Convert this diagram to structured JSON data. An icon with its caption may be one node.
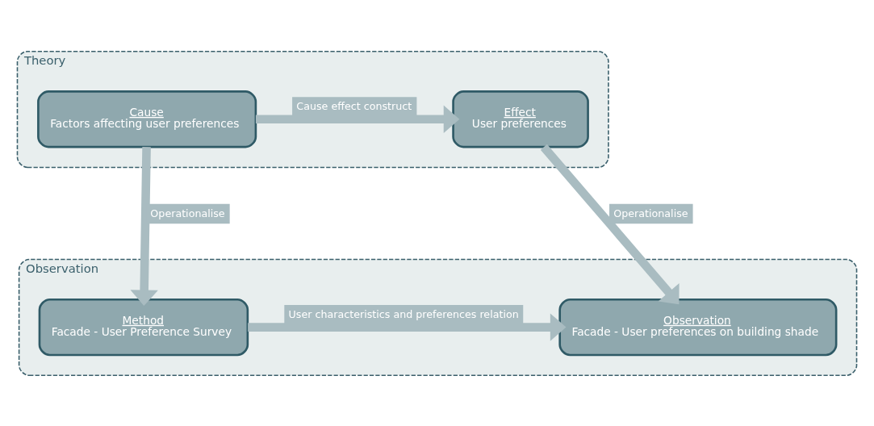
{
  "diagram": {
    "nodes": [
      {
        "text": [
          "Theory"
        ]
      },
      {
        "text": [
          "Cause",
          "Factors affecting user preferences"
        ],
        "in": 0
      },
      {
        "text": [
          "Effect",
          "User preferences"
        ],
        "in": 0
      },
      {
        "text": [
          "Observation"
        ]
      },
      {
        "text": [
          "Method",
          "Facade - User Preference Survey"
        ],
        "in": 3
      },
      {
        "text": [
          "Observation",
          "Facade - User preferences on building shade"
        ],
        "in": 3
      }
    ],
    "edges": [
      {
        "from": 1,
        "to": 2,
        "arrow": "to",
        "label": "Cause effect construct"
      },
      {
        "from": 1,
        "to": 4,
        "arrow": "to",
        "label": "Operationalise"
      },
      {
        "from": 2,
        "to": 5,
        "arrow": "to",
        "label": "Operationalise"
      },
      {
        "from": 4,
        "to": 5,
        "arrow": "to",
        "label": "User characteristics and preferences relation"
      }
    ]
  }
}
